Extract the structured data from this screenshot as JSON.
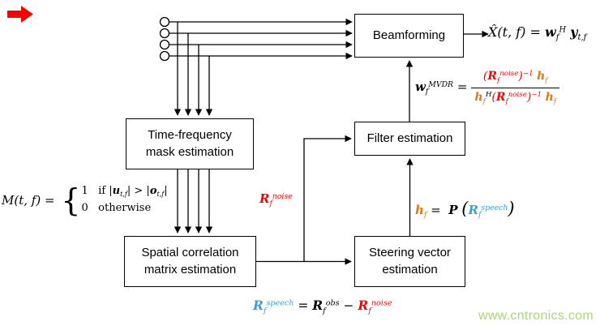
{
  "colors": {
    "red": "#ff0000",
    "orange": "#e8750b",
    "blue": "#38a0d8",
    "green": "#a8d878",
    "line": "#000000"
  },
  "logo": {
    "name": "red-arrow",
    "color": "#ff0000"
  },
  "boxes": {
    "beamforming": {
      "lines": [
        "Beamforming"
      ]
    },
    "filter": {
      "lines": [
        "Filter estimation"
      ]
    },
    "mask": {
      "lines": [
        "Time-frequency",
        "mask estimation"
      ]
    },
    "spatial": {
      "lines": [
        "Spatial correlation",
        "matrix estimation"
      ]
    },
    "steering": {
      "lines": [
        "Steering vector",
        "estimation"
      ]
    }
  },
  "formulas": {
    "output": [
      {
        "t": "X̂"
      },
      {
        "t": "(t, f) = "
      },
      {
        "t": "w",
        "b": true
      },
      {
        "t": "f",
        "p": "sub"
      },
      {
        "t": "H",
        "p": "sup"
      },
      {
        "t": " "
      },
      {
        "t": "y",
        "b": true
      },
      {
        "t": "t,f",
        "p": "sub"
      }
    ],
    "mvdr_lhs": [
      {
        "t": "w",
        "b": true
      },
      {
        "t": "f",
        "p": "sub"
      },
      {
        "t": "MVDR",
        "p": "sup"
      },
      {
        "t": " ="
      }
    ],
    "mvdr_num": [
      {
        "t": "(",
        "c": "#ff0000"
      },
      {
        "t": "R",
        "b": true,
        "c": "#ff0000"
      },
      {
        "t": "f",
        "p": "sub",
        "c": "#ff0000"
      },
      {
        "t": "noise",
        "p": "sup",
        "c": "#ff0000"
      },
      {
        "t": ")",
        "c": "#ff0000"
      },
      {
        "t": "−1",
        "p": "sup",
        "c": "#ff0000"
      },
      {
        "t": " "
      },
      {
        "t": "h",
        "b": true,
        "c": "#e8750b"
      },
      {
        "t": "f",
        "p": "sub",
        "c": "#e8750b"
      }
    ],
    "mvdr_den": [
      {
        "t": "h",
        "b": true,
        "c": "#e8750b"
      },
      {
        "t": "f",
        "p": "sub",
        "c": "#e8750b"
      },
      {
        "t": "H",
        "p": "sup"
      },
      {
        "t": "(",
        "c": "#ff0000"
      },
      {
        "t": "R",
        "b": true,
        "c": "#ff0000"
      },
      {
        "t": "f",
        "p": "sub",
        "c": "#ff0000"
      },
      {
        "t": "noise",
        "p": "sup",
        "c": "#ff0000"
      },
      {
        "t": ")",
        "c": "#ff0000"
      },
      {
        "t": "−1",
        "p": "sup",
        "c": "#ff0000"
      },
      {
        "t": " "
      },
      {
        "t": "h",
        "b": true,
        "c": "#e8750b"
      },
      {
        "t": "f",
        "p": "sub",
        "c": "#e8750b"
      }
    ],
    "noise_label": [
      {
        "t": "R",
        "b": true,
        "c": "#ff0000"
      },
      {
        "t": "f",
        "p": "sub",
        "c": "#ff0000"
      },
      {
        "t": "noise",
        "p": "sup",
        "c": "#ff0000"
      }
    ],
    "hf": [
      {
        "t": "h",
        "b": true,
        "c": "#e8750b"
      },
      {
        "t": "f",
        "p": "sub",
        "c": "#e8750b"
      },
      {
        "t": " =  "
      },
      {
        "t": "P",
        "b": true
      },
      {
        "t": " "
      },
      {
        "t": "(",
        "big": true
      },
      {
        "t": "R",
        "b": true,
        "c": "#38a0d8"
      },
      {
        "t": "f",
        "p": "sub",
        "c": "#38a0d8"
      },
      {
        "t": "speech",
        "p": "sup",
        "c": "#38a0d8"
      },
      {
        "t": ")",
        "big": true
      }
    ],
    "mask_prefix": [
      {
        "t": "M",
        "i": true
      },
      {
        "t": "(t, f) = ",
        "i": true
      }
    ],
    "mask_brace": "{",
    "mask_row1": [
      {
        "t": "1"
      },
      {
        "t": "   if "
      },
      {
        "t": "|"
      },
      {
        "t": "u",
        "b": true,
        "i": true
      },
      {
        "t": "t,f",
        "p": "sub",
        "i": true
      },
      {
        "t": "| > |"
      },
      {
        "t": "o",
        "b": true,
        "i": true
      },
      {
        "t": "t,f",
        "p": "sub",
        "i": true
      },
      {
        "t": "|"
      }
    ],
    "mask_row2": [
      {
        "t": "0"
      },
      {
        "t": "   otherwise"
      }
    ],
    "speech": [
      {
        "t": "R",
        "b": true,
        "c": "#38a0d8"
      },
      {
        "t": "f",
        "p": "sub",
        "c": "#38a0d8"
      },
      {
        "t": "speech",
        "p": "sup",
        "c": "#38a0d8"
      },
      {
        "t": " = "
      },
      {
        "t": "R",
        "b": true
      },
      {
        "t": "f",
        "p": "sub"
      },
      {
        "t": "obs",
        "p": "sup"
      },
      {
        "t": " − "
      },
      {
        "t": "R",
        "b": true,
        "c": "#ff0000"
      },
      {
        "t": "f",
        "p": "sub",
        "c": "#ff0000"
      },
      {
        "t": "noise",
        "p": "sup",
        "c": "#ff0000"
      }
    ]
  },
  "watermark": {
    "text": "www.cntronics.com",
    "color": "#a8d878"
  }
}
